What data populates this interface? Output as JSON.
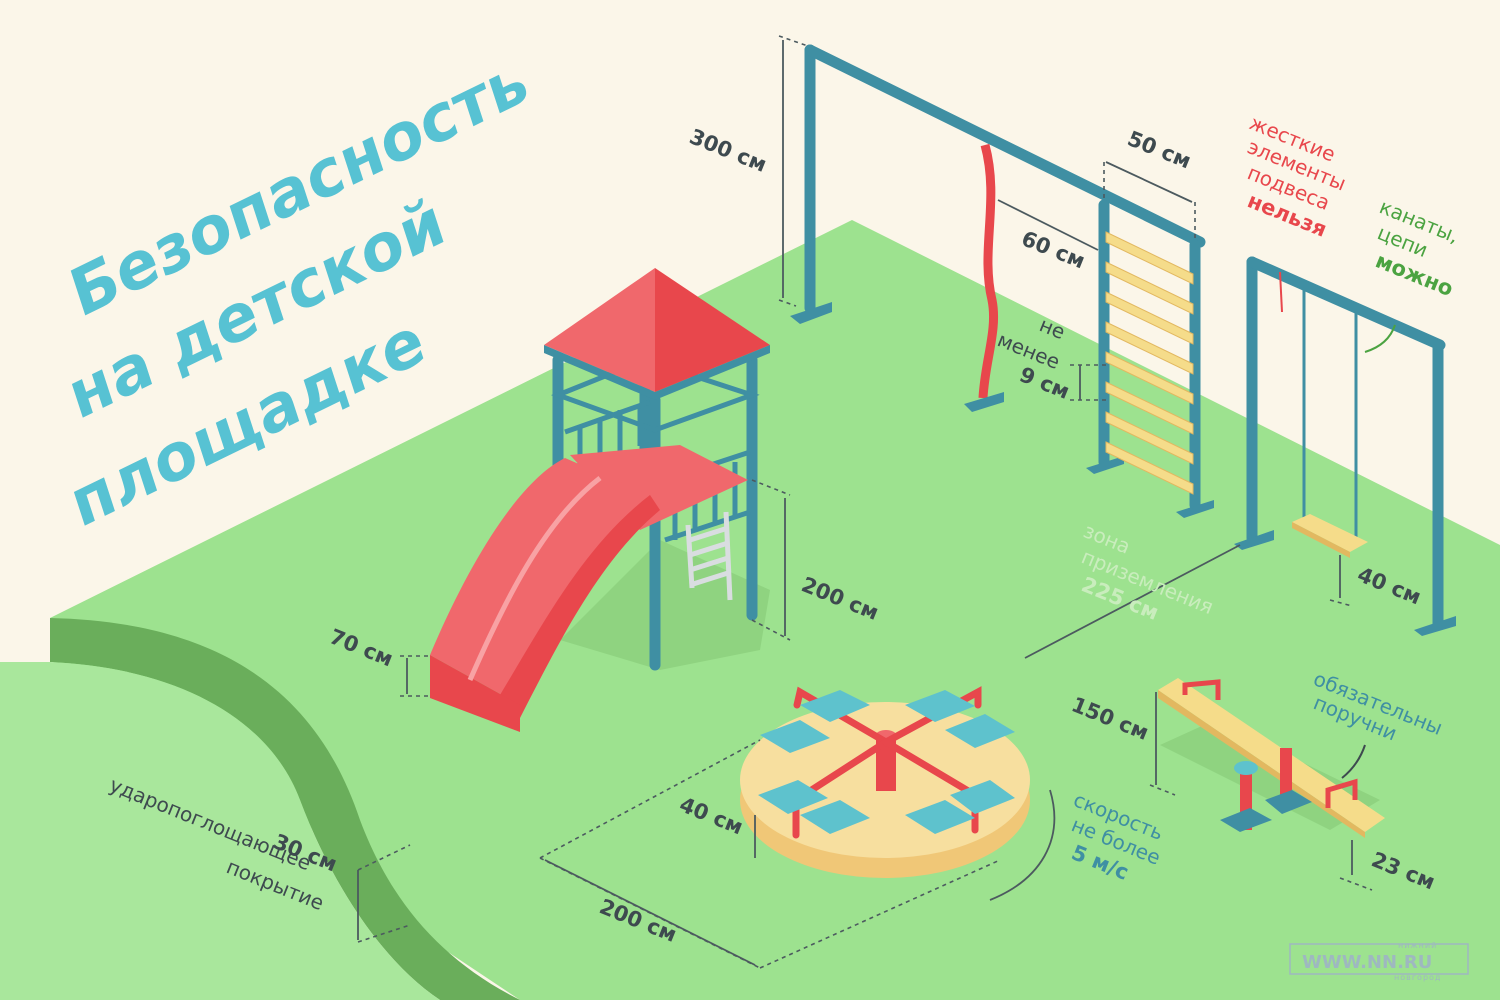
{
  "title": {
    "line1": "Безопасность",
    "line2": "на детской",
    "line3": "площадке"
  },
  "dimensions": {
    "swing_frame_height": "300 см",
    "ladder_width": "50 см",
    "rope_distance": "60 см",
    "rung_gap_l1": "не",
    "rung_gap_l2": "менее",
    "rung_gap_l3": "9 см",
    "tower_height": "200 см",
    "slide_height": "70 см",
    "swing_seat_height": "40 см",
    "seesaw_height": "150 см",
    "seesaw_seat_height": "23 см",
    "carousel_height": "40 см",
    "carousel_zone": "200 см",
    "surface_thickness": "30 см"
  },
  "notes": {
    "rigid_l1": "жесткие",
    "rigid_l2": "элементы",
    "rigid_l3": "подвеса",
    "rigid_l4": "нельзя",
    "ropes_l1": "канаты,",
    "ropes_l2": "цепи",
    "ropes_l3": "можно",
    "landing_l1": "зона",
    "landing_l2": "приземления",
    "landing_l3": "225 см",
    "handles_l1": "обязательны",
    "handles_l2": "поручни",
    "speed_l1": "скорость",
    "speed_l2": "не более",
    "speed_l3": "5 м/с",
    "surface_l1": "ударопоглощающее",
    "surface_l2": "покрытие"
  },
  "logo": {
    "text": "WWW.NN.RU",
    "top": "нижний",
    "bottom": "новгород"
  },
  "colors": {
    "background": "#fbf6e9",
    "ground": "#9de28f",
    "ground_edge": "#6aae5b",
    "frame": "#3f8fa3",
    "title": "#57c2d3",
    "slide": "#ef5a5f",
    "roof": "#f0686c",
    "ladder": "#f5dc8a",
    "seat": "#5ec2cd",
    "forbidden": "#e8474c",
    "allowed": "#4ba341"
  }
}
